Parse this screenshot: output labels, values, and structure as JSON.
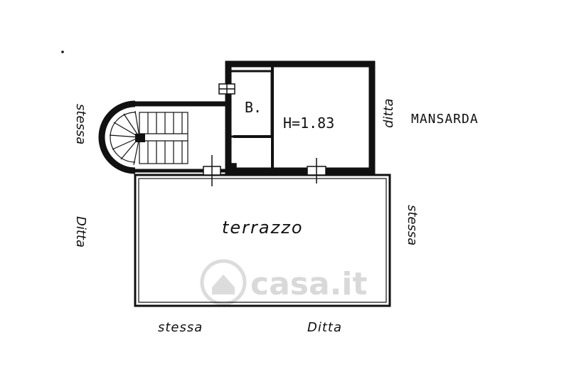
{
  "plan": {
    "room_label_mansarda": "MANSARDA",
    "height_label": "H=1.83",
    "bath_label": "B.",
    "terrace_label": "terrazzo"
  },
  "neighbors": {
    "left_top": "stessa",
    "left_bottom": "Ditta",
    "right_top": "ditta",
    "right_bottom": "stessa",
    "bottom_left": "stessa",
    "bottom_right": "Ditta"
  },
  "watermark": {
    "text": "casa.it",
    "icon": "house-logo-icon"
  },
  "colors": {
    "ink": "#111111",
    "paper": "#ffffff",
    "watermark": "#d9d9d9"
  }
}
